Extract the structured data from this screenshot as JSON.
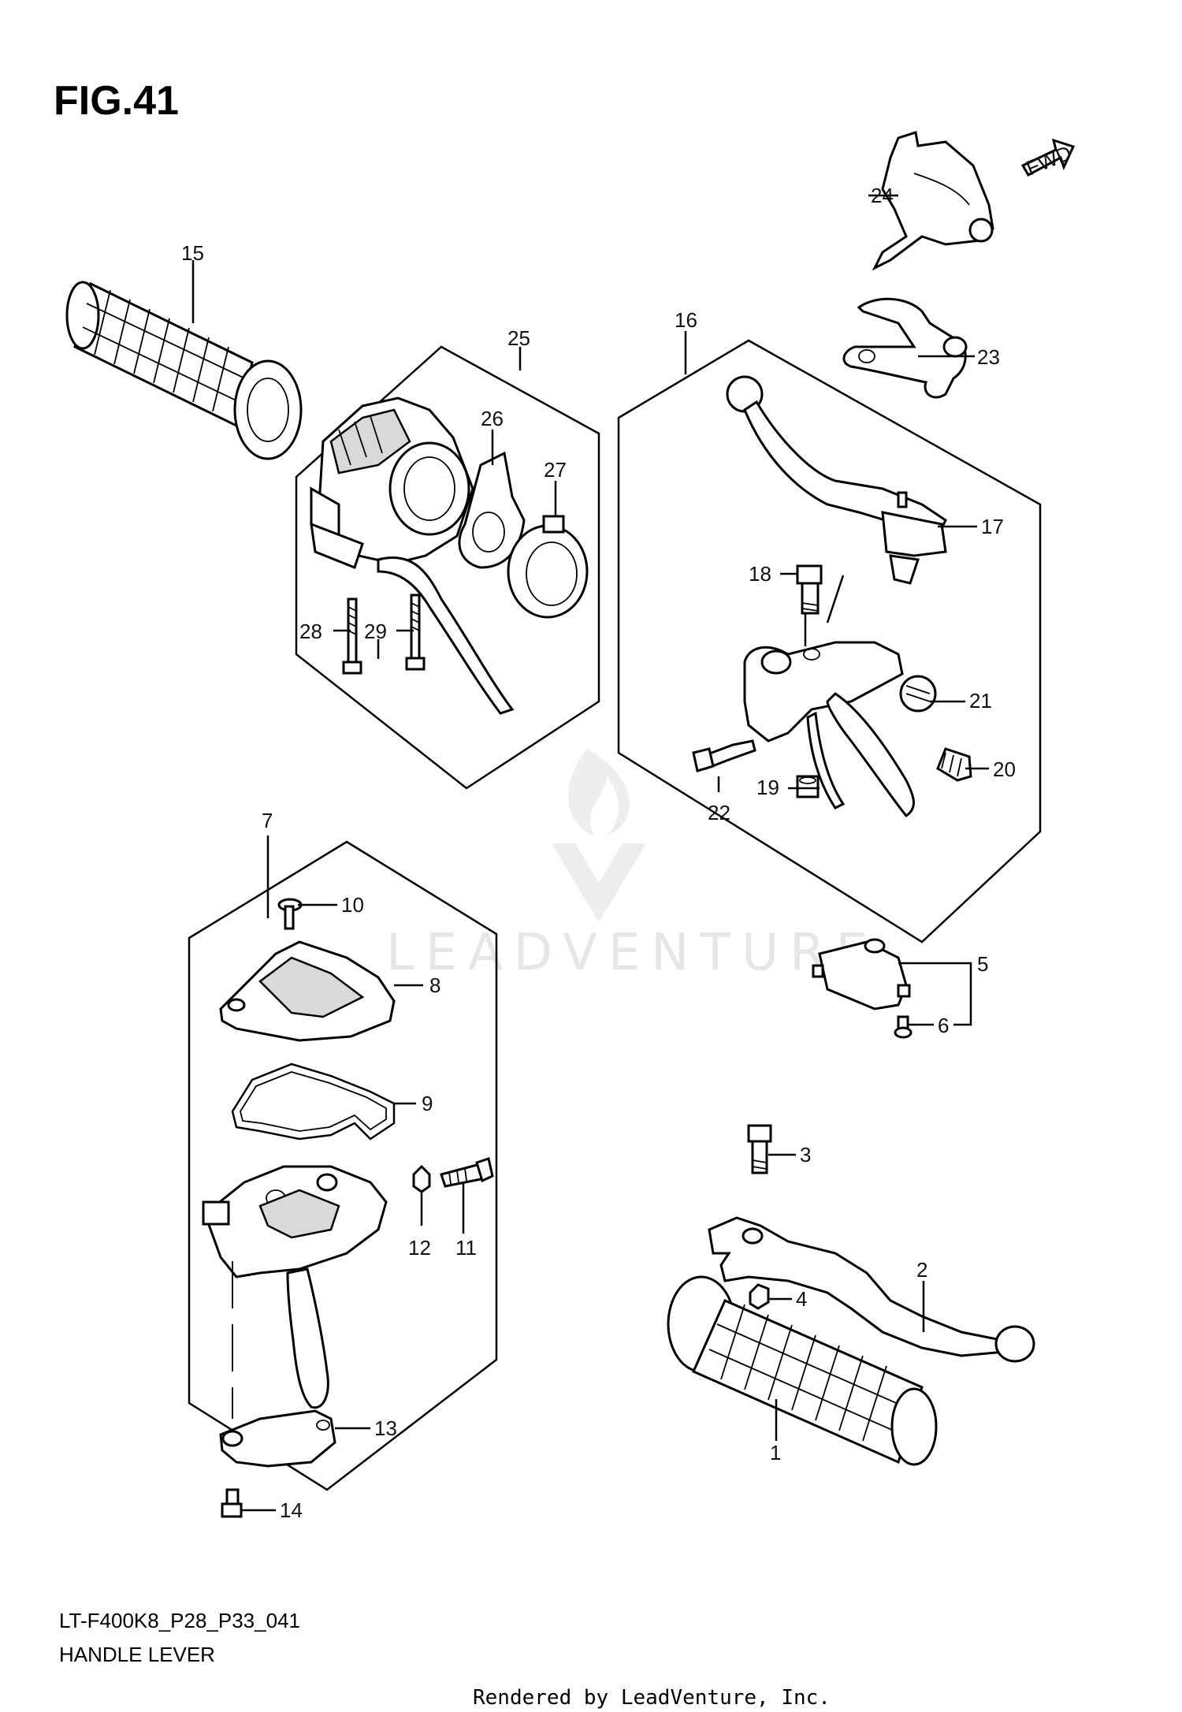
{
  "figure_title": "FIG.41",
  "model_code": "LT-F400K8_P28_P33_041",
  "section_title": "HANDLE LEVER",
  "footer": "Rendered by LeadVenture, Inc.",
  "watermark": "LEADVENTURE",
  "direction_label": "FWD",
  "callouts": {
    "c1": "1",
    "c2": "2",
    "c3": "3",
    "c4": "4",
    "c5": "5",
    "c6": "6",
    "c7": "7",
    "c8": "8",
    "c9": "9",
    "c10": "10",
    "c11": "11",
    "c12": "12",
    "c13": "13",
    "c14": "14",
    "c15": "15",
    "c16": "16",
    "c17": "17",
    "c18": "18",
    "c19": "19",
    "c20": "20",
    "c21": "21",
    "c22": "22",
    "c23": "23",
    "c24": "24",
    "c25": "25",
    "c26": "26",
    "c27": "27",
    "c28": "28",
    "c29": "29"
  }
}
